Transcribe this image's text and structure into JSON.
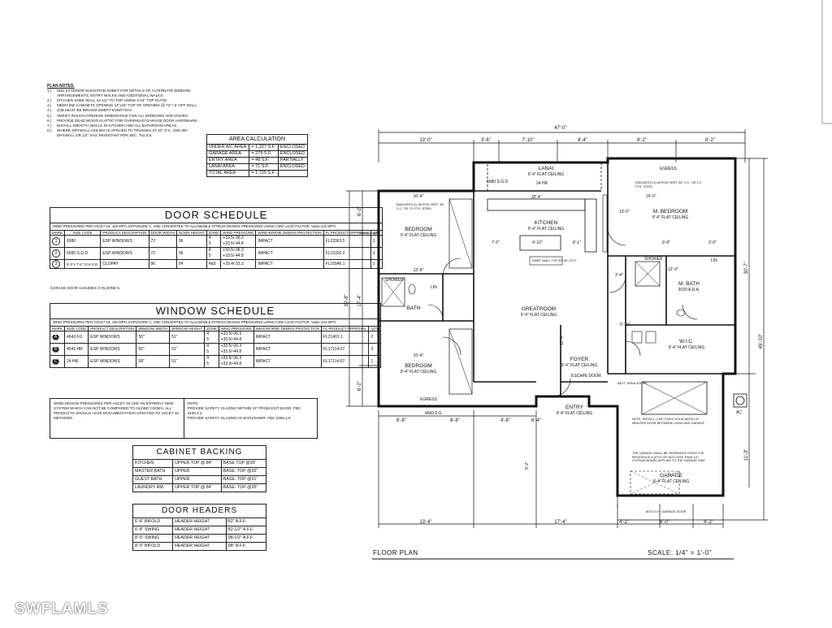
{
  "plan_notes": {
    "title": "PLAN NOTES:",
    "items": [
      {
        "n": "1.)",
        "t": "SEE EXTERIOR ELEVATION SHEET FOR DETAILS OF ALTERNATE WINDOW ARRANGEMENTS, ENTRY WALKS AND ADDITIONAL WALKS."
      },
      {
        "n": "2.)",
        "t": "KITCHEN KNEE WALL 42-1/2\" TO TOP USING 2\"x4\" TOP PLATE."
      },
      {
        "n": "3.)",
        "t": "MEDICINE CABINETS OPENING 14\"x18\" TOP OF OPENING @ 72\" / 5' OFF WALL."
      },
      {
        "n": "4.)",
        "t": "JOB MUST BE BROOM SWEPT EVERYDAY."
      },
      {
        "n": "5.)",
        "t": "VERIFY ROUGH OPENING DIMENSIONS FOR ALL WINDOWS AND DOORS."
      },
      {
        "n": "6.)",
        "t": "PROVIDE DEAD WOOD IN ATTIC FOR OVERHEAD GARAGE DOOR HARDWARE."
      },
      {
        "n": "7.)",
        "t": "INSTALL SMOOTH WALLS IN KITCHEN AND ALL BATHROOM AREAS."
      },
      {
        "n": "8.)",
        "t": "WHERE DRYWALL CEILING IS APPLIED TO TRUSSES AT 24\" O.C. USE 5/8\" DRYWALL OR 1/2\" SAG RESISTANT PER SEC. 702.3.5."
      }
    ]
  },
  "area_calc": {
    "title": "AREA CALCULATION",
    "rows": [
      {
        "label": "UNDER A/C AREA",
        "value": "= 1,327 S.F.",
        "status": "ENCLOSED"
      },
      {
        "label": "GARAGE AREA",
        "value": "= 279 S.F.",
        "status": "ENCLOSED"
      },
      {
        "label": "ENTRY AREA",
        "value": "= 48 S.F.",
        "status": "PARTIALLY"
      },
      {
        "label": "LANAI AREA",
        "value": "= 71 S.F.",
        "status": "ENCLOSED"
      },
      {
        "label": "TOTAL AREA",
        "value": "= 1,725 S.F.",
        "status": ""
      }
    ]
  },
  "door_schedule": {
    "title": "DOOR SCHEDULE",
    "note": "WIND PRESSURES PER ASCE7-16, 160 MPH, EXPOSURE C, AND CONVERTED TO ALLOWABLE STRESS DESIGN PRESSURES USING 0.6W LOAD FACTOR. Vasd=124 MPH",
    "headers": [
      "MARK",
      "SIZE CODE",
      "PRODUCT DESCRIPTION",
      "DOOR WIDTH",
      "DOOR HEIGHT",
      "ZONE",
      "WIND PRESSURE",
      "WIND-BORNE DEBRIS PROTECTION",
      "FL PRODUCT APPROVAL",
      "QTY"
    ],
    "rows": [
      {
        "mark": "1",
        "code": "6080",
        "desc": "ESP WINDOWS",
        "w": "72",
        "h": "96",
        "zones": [
          "4",
          "5"
        ],
        "press": [
          "+33.5/-36.3",
          "+33.5/-44.8"
        ],
        "debris": "IMPACT",
        "fl": "FL22363.5",
        "qty": "1"
      },
      {
        "mark": "2",
        "code": "6080 S.G.D.",
        "desc": "ESP WINDOWS",
        "w": "72",
        "h": "96",
        "zones": [
          "4",
          "5"
        ],
        "press": [
          "+33.5/-36.3",
          "+33.5/-44.8"
        ],
        "debris": "IMPACT",
        "fl": "FL15332.2",
        "qty": "1"
      },
      {
        "mark": "3",
        "code": "8'-0\"x 7'-0\" O.H.G.D.",
        "desc": "CLOPAY",
        "w": "96",
        "h": "84",
        "zones": [
          "4&5"
        ],
        "press": [
          "+29.4/-33.3"
        ],
        "debris": "IMPACT",
        "fl": "FL16546.1",
        "qty": "1"
      }
    ],
    "footnote": "GARAGE DOOR ASSUMES 2' IN ZONE 5."
  },
  "window_schedule": {
    "title": "WINDOW SCHEDULE",
    "note": "WIND PRESSURES PER ASCE7-16, 160 MPH, EXPOSURE C, AND CONVERTED TO ALLOWABLE STRESS DESIGN PRESSURES USING 0.6W LOAD FACTOR. Vasd=124 MPH",
    "headers": [
      "MARK",
      "SIZE CODE",
      "PRODUCT DESCRIPTION",
      "WINDOW WIDTH",
      "WINDOW HEIGHT",
      "ZONE",
      "WIND PRESSURE",
      "WIND-BORNE DEBRIS PROTECTION",
      "FL PRODUCT APPROVAL",
      "QTY"
    ],
    "rows": [
      {
        "mark": "A",
        "code": "4643 FG",
        "desc": "ESP WINDOWS",
        "w": "55\"",
        "h": "51\"",
        "zones": [
          "4",
          "5"
        ],
        "press": [
          "+33.5/-36.3",
          "+33.5/-44.8"
        ],
        "debris": "IMPACT",
        "fl": "FL21401.1",
        "qty": "2"
      },
      {
        "mark": "B",
        "code": "4643 HR",
        "desc": "ESP WINDOWS",
        "w": "55\"",
        "h": "51\"",
        "zones": [
          "4",
          "5"
        ],
        "press": [
          "+33.5/-36.3",
          "+33.5/-44.8"
        ],
        "debris": "IMPACT",
        "fl": "FL17114.07",
        "qty": "3"
      },
      {
        "mark": "C",
        "code": "24 HR",
        "desc": "ESP WINDOWS",
        "w": "38\"",
        "h": "51\"",
        "zones": [
          "4",
          "5"
        ],
        "press": [
          "+33.5/-36.3",
          "+33.5/-44.8"
        ],
        "debris": "IMPACT",
        "fl": "FL17114.07",
        "qty": "1"
      }
    ]
  },
  "wind_design": {
    "left": "WIND DESIGN PRESSURES PER ASCE7-16 USE AN ENTIRELY NEW SYSTEM WHICH CAN NOT BE COMPARED TO OLDER CODES. ALL PRODUCTS SHOULD HAVE DOCUMENTATION UPDATED TO ASCE7-16 METHODS.",
    "right_title": "NOTE:",
    "right_1": "PROVIDE SAFETY GLAZING WITHIN 24\" FROM EXIT DOOR. FBC 2406.4.2",
    "right_2": "PROVIDE SAFETY GLAZING AT BATH/SHWR. FBC 2406.4.5"
  },
  "cabinet_backing": {
    "title": "CABINET BACKING",
    "rows": [
      {
        "room": "KITCHEN",
        "upper": "UPPER TOP @ 84\"",
        "base": "BASE TOP @35\""
      },
      {
        "room": "MASTER BATH",
        "upper": "UPPER",
        "base": "BASE- TOP @35\""
      },
      {
        "room": "GUEST BATH",
        "upper": "UPPER",
        "base": "BASE- TOP @31\""
      },
      {
        "room": "LAUNDRY RM.",
        "upper": "UPPER TOP @ 84\"",
        "base": "BASE- TOP @35\""
      }
    ]
  },
  "door_headers": {
    "title": "DOOR HEADERS",
    "rows": [
      {
        "door": "6'-8\" BIFOLD",
        "label": "HEADER HEIGHT",
        "value": "82\" A.F.F."
      },
      {
        "door": "6'-8\" SWING",
        "label": "HEADER HEIGHT",
        "value": "82-1/2\" A.F.F."
      },
      {
        "door": "8'-0\" SWING",
        "label": "HEADER HEIGHT",
        "value": "98-1/2\" A.F.F."
      },
      {
        "door": "8'-0\" BIFOLD",
        "label": "HEADER HEIGHT",
        "value": "98\" A.F.F."
      }
    ]
  },
  "plan": {
    "label": "FLOOR PLAN",
    "scale": "SCALE: 1/4\" = 1'-0\"",
    "watermark": "SWFLAMLS",
    "rooms": {
      "lanai": {
        "name": "LANAI",
        "sub": "9'-4\" FLAT CEILING"
      },
      "kitchen": {
        "name": "KITCHEN",
        "sub": "9'-4\" FLAT CEILING"
      },
      "greatroom": {
        "name": "GREATROOM",
        "sub": "9'-4\" FLAT CEILING"
      },
      "bedroom1": {
        "name": "BEDROOM",
        "sub": "9'-4\" FLAT CEILING"
      },
      "bedroom2": {
        "name": "BEDROOM",
        "sub": "9'-4\" FLAT CEILING"
      },
      "bath": {
        "name": "BATH"
      },
      "mbedroom": {
        "name": "M. BEDROOM",
        "sub": "9'-4\" FLAT CEILING"
      },
      "mbath": {
        "name": "M. BATH",
        "sub": "2020 A.D.A."
      },
      "wic": {
        "name": "W.I.C.",
        "sub": "9'-4\" FLAT CEILING"
      },
      "foyer": {
        "name": "FOYER",
        "sub": "9'-4\" FLAT CEILING"
      },
      "entry": {
        "name": "ENTRY",
        "sub": "9'-4\" FLAT CEILING"
      },
      "garage": {
        "name": "GARAGE",
        "sub": "9'-4\" FLAT CEILING"
      }
    },
    "labels": {
      "window_24hr": "24 HR",
      "door_6080sgd": "6080 S.G.D.",
      "window_4643fg": "4643 F.G.",
      "escape_door": "ESCAPE DOOR",
      "egress": "EGRESS",
      "shower": "SHOWER",
      "linen": "LIN",
      "ac": "AC",
      "knee_wall": "KNEE WALL TOP AT 36\" A.F.F.",
      "indicates": "INDICATES (1) #5 ROD VERT. 48\" O.C. TIE TO FTG. STEEL",
      "batt": "BATT. INSULATION",
      "garage_note": "THE GARAGE SHALL BE SEPARATED FROM THE RESIDENCE & ATTIC BY NOT LESS THAN 1/2\" GYPSUM BOARD APPLIED TO THE GARAGE SIDE",
      "garage_door": "8070 O.H. GARAGE DOOR",
      "wall_note": "NOTE: INSTALL 1-3/8\" THICK SOLID WOOD 20 MINUTES DOOR BETWEEN LIVING AND GARAGE."
    },
    "dims": {
      "top_total": "47'-0\"",
      "top": [
        "13'-0\"",
        "3'-6\"",
        "7'-10\"",
        "8'-4\"",
        "8'-2\"",
        "8'-2\""
      ],
      "bottom": [
        "13'-4\"",
        "17'-4\"",
        "4'-2\"",
        "8'-0\"",
        "4'-2\""
      ],
      "bottom_inner": [
        "6'-8\"",
        "6'-8\"",
        "4'-8\"",
        "6'-4\""
      ],
      "left_total": "39'-8\"",
      "left": [
        "6'-2\"",
        "17'-4\"",
        "6'-2\""
      ],
      "right_total": "45'-10\"",
      "right_upper": "30'-7\"",
      "right_lower": "11'-3\"",
      "room_dims": [
        "10'-4\"",
        "18'-4\"",
        "13'-0\"",
        "16'-0\"",
        "12'-8\"",
        "7'-5\"",
        "4'-10\"",
        "8'-1\"",
        "9'-8\"",
        "3'-0\"",
        "12'-4\"",
        "5'-10\"",
        "10'-4\"",
        "9'-2\"",
        "12'-4\"",
        "3'-4\""
      ]
    }
  }
}
